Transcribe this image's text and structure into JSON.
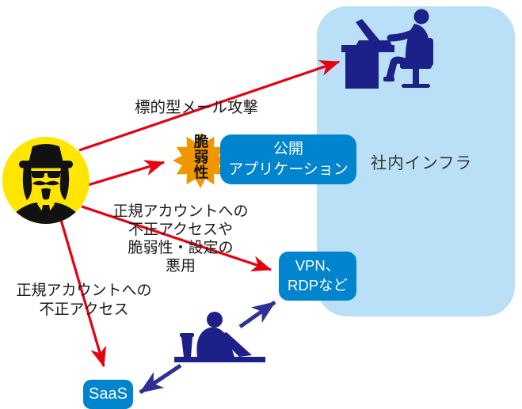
{
  "zone": {
    "label": "社内インフラ"
  },
  "attack_labels": {
    "targeted_mail": "標的型メール攻撃",
    "vpn_abuse": "正規アカウントへの\n不正アクセスや\n脆弱性・設定の\n悪用",
    "saas_abuse": "正規アカウントへの\n不正アクセス"
  },
  "vulnerability": {
    "label": "脆弱性"
  },
  "boxes": {
    "public_app": "公開\nアプリケーション",
    "vpn_rdp": "VPN、\nRDPなど",
    "saas": "SaaS"
  },
  "icons": {
    "attacker": "attacker-icon",
    "office_worker": "office-worker-at-desk-icon",
    "remote_worker": "remote-worker-laptop-icon",
    "vulnerability_star": "vulnerability-star-icon"
  },
  "colors": {
    "zone_fill": "#b9e0f7",
    "box_blue": "#0084cd",
    "attack_red": "#e60012",
    "access_navy": "#2e3192",
    "icon_navy": "#1d2088",
    "attacker_yellow": "#ffe600",
    "star_orange": "#f29600"
  }
}
